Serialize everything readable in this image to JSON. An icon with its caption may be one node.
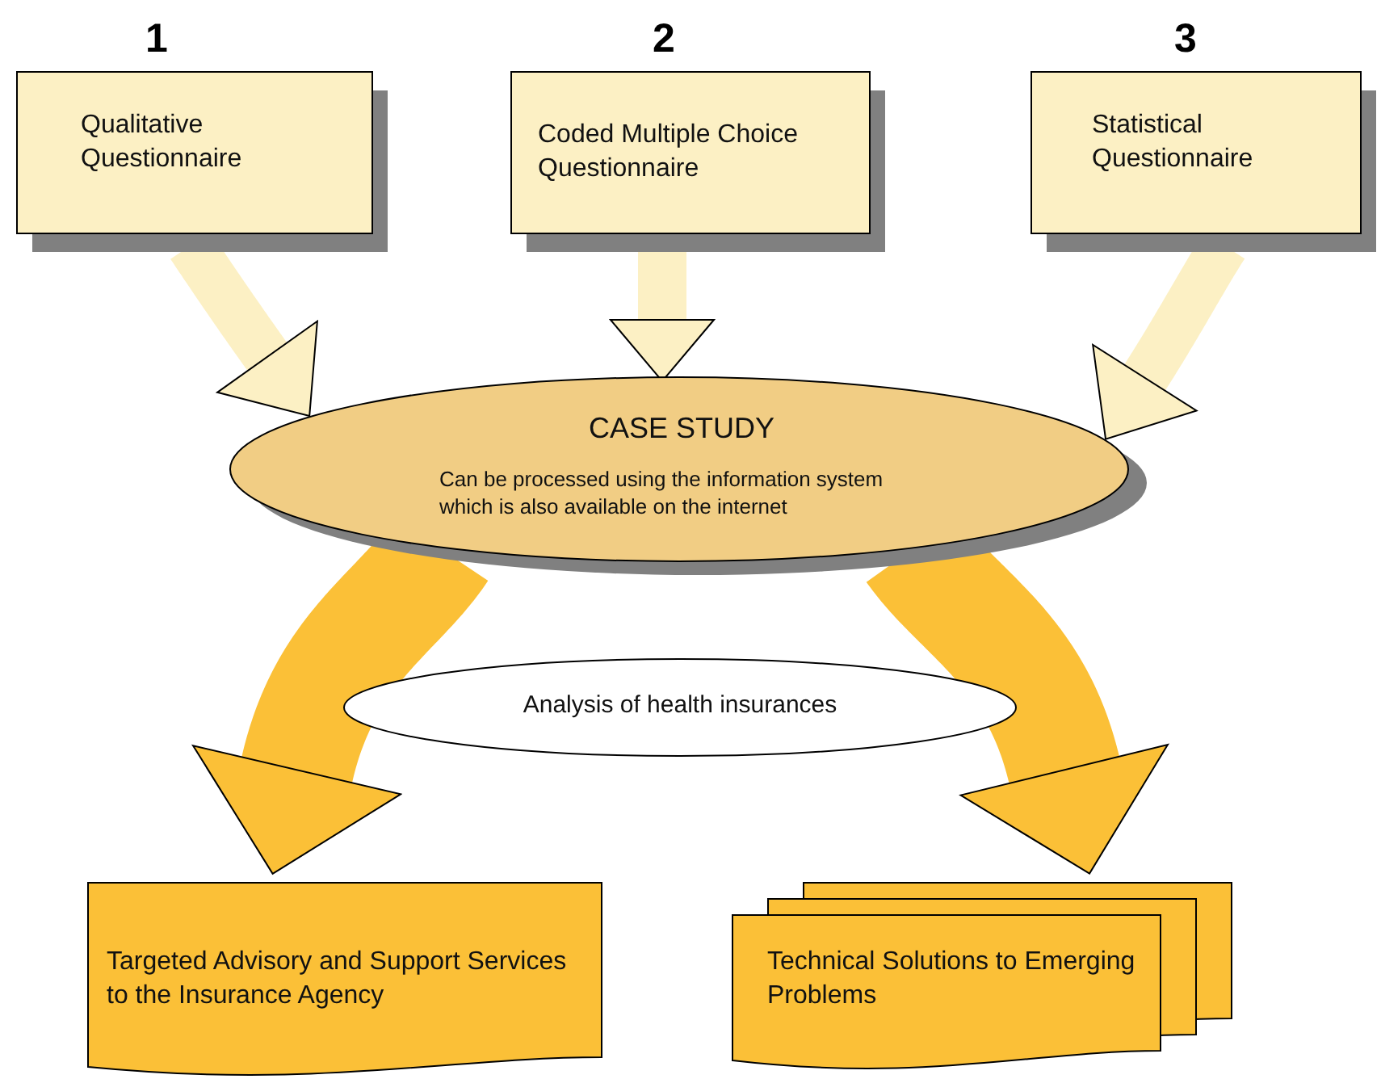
{
  "diagram": {
    "nodes": [
      {
        "text": [
          "Qualitative Questionnaire"
        ],
        "beside": [
          "1"
        ]
      },
      {
        "text": [
          "Coded Multiple Choice Questionnaire"
        ],
        "beside": [
          "2"
        ]
      },
      {
        "text": [
          "Statistical Questionnaire"
        ],
        "beside": [
          "3"
        ]
      },
      {
        "text": [
          "CASE STUDY",
          "Can be processed using the information system which is also available on the internet"
        ]
      },
      {
        "text": [
          "Analysis of health insurances"
        ]
      },
      {
        "text": [
          "Targeted Advisory and Support Services to the Insurance Agency"
        ]
      },
      {
        "text": [
          "Technical Solutions to Emerging Problems"
        ]
      }
    ],
    "edges": [
      {
        "from": 0,
        "to": 3,
        "arrow": "to"
      },
      {
        "from": 1,
        "to": 3,
        "arrow": "to"
      },
      {
        "from": 2,
        "to": 3,
        "arrow": "to"
      },
      {
        "from": 3,
        "to": 5,
        "arrow": "to",
        "style": "thick",
        "color": "#fbc037"
      },
      {
        "from": 3,
        "to": 6,
        "arrow": "to",
        "style": "thick",
        "color": "#fbc037"
      }
    ]
  }
}
